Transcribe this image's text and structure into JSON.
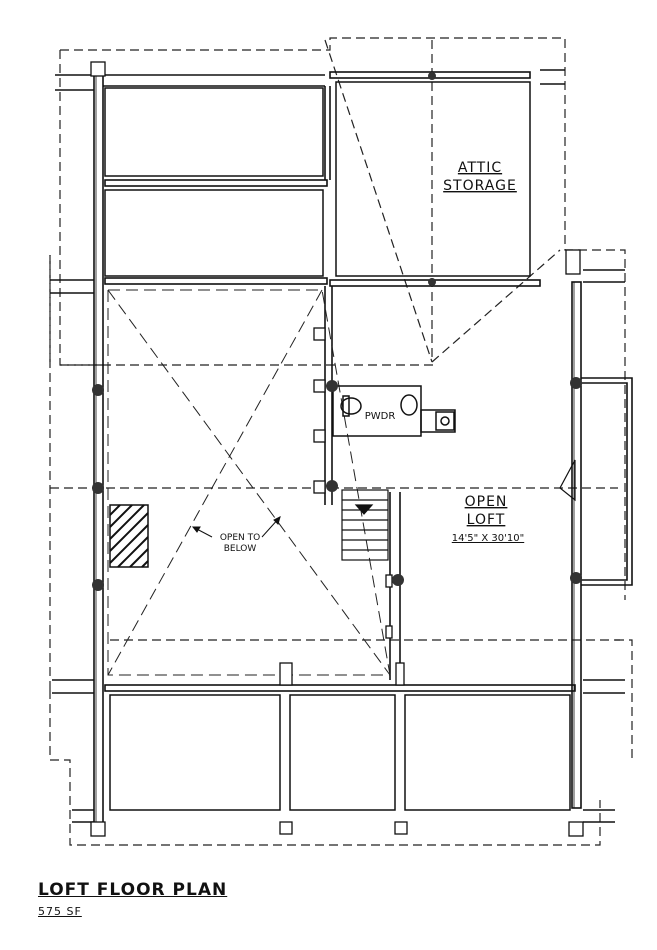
{
  "plan": {
    "title": "LOFT FLOOR PLAN",
    "area": "575 SF"
  },
  "rooms": {
    "attic_line1": "ATTIC",
    "attic_line2": "STORAGE",
    "powder": "PWDR",
    "loft_line1": "OPEN",
    "loft_line2": "LOFT",
    "loft_dims": "14'5\" X 30'10\"",
    "open_line1": "OPEN TO",
    "open_line2": "BELOW"
  }
}
